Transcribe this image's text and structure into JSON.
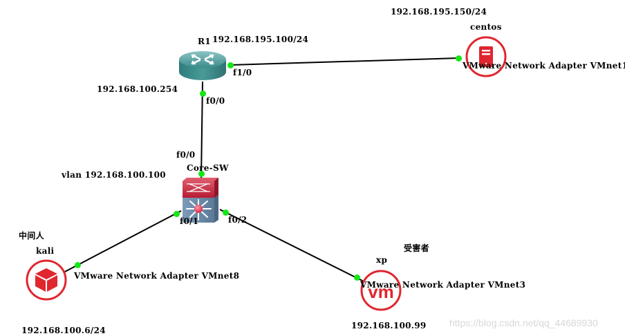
{
  "topology": {
    "nodes": {
      "router": {
        "name": "R1",
        "ip_f1": "192.168.195.100/24",
        "ip_f0": "192.168.100.254",
        "type": "router-icon"
      },
      "switch": {
        "name": "Core-SW",
        "vlan_ip": "vlan 192.168.100.100",
        "type": "multilayer-switch-icon"
      },
      "centos": {
        "name": "centos",
        "ip": "192.168.195.150/24",
        "adapter": "VMware Network Adapter VMnet1",
        "type": "server-icon"
      },
      "kali": {
        "name": "kali",
        "role": "中间人",
        "ip": "192.168.100.6/24",
        "adapter": "VMware Network Adapter VMnet8",
        "type": "cube-icon"
      },
      "xp": {
        "name": "xp",
        "role": "受害者",
        "ip": "192.168.100.99",
        "adapter": "VMware Network Adapter VMnet3",
        "type": "vm-icon"
      }
    },
    "ports": {
      "r1_f1": "f1/0",
      "r1_f0": "f0/0",
      "sw_f0_0": "f0/0",
      "sw_f0_1": "f0/1",
      "sw_f0_2": "f0/2"
    },
    "links": [
      {
        "from": "R1 f1/0",
        "to": "centos VMnet1"
      },
      {
        "from": "R1 f0/0",
        "to": "Core-SW f0/0"
      },
      {
        "from": "Core-SW f0/1",
        "to": "kali VMnet8"
      },
      {
        "from": "Core-SW f0/2",
        "to": "xp VMnet3"
      }
    ],
    "colors": {
      "link_dot": "#14e814",
      "end_device": "#e0262e",
      "router": "#3f8f8f",
      "switch_top": "#c8243a",
      "switch_body": "#6a8aa8"
    }
  },
  "watermark": "https://blog.csdn.net/qq_44689930"
}
